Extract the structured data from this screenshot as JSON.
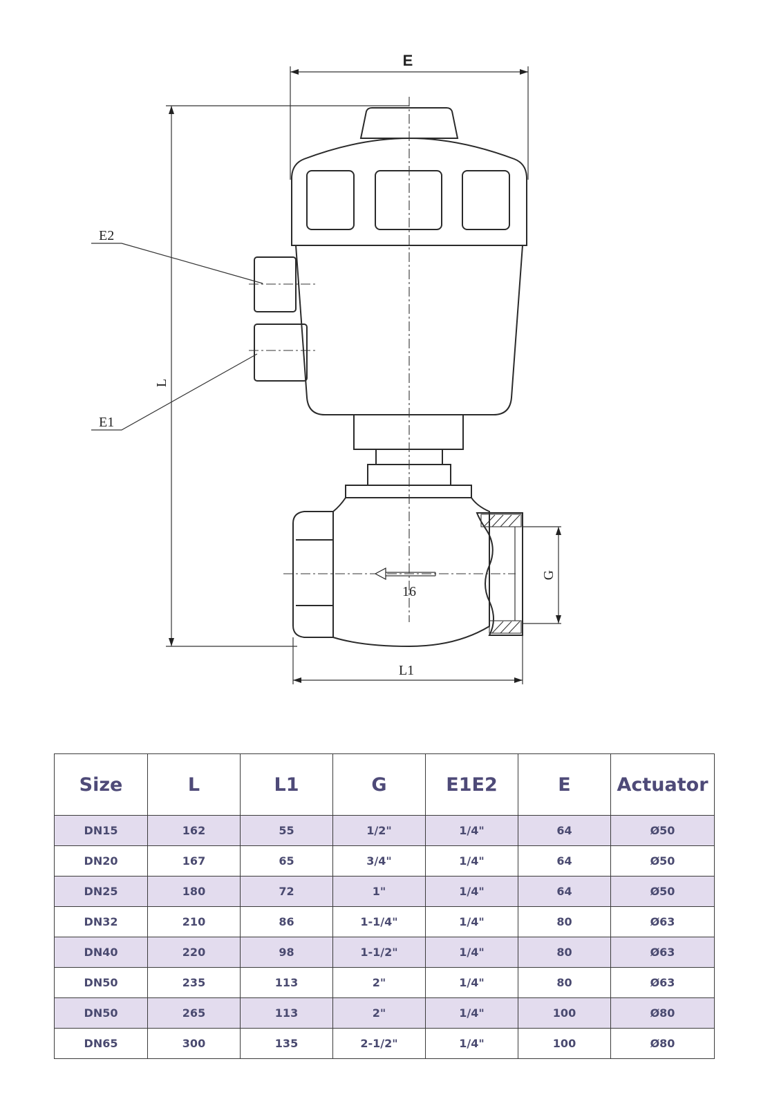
{
  "diagram": {
    "labels": {
      "E": "E",
      "E2": "E2",
      "E1": "E1",
      "L": "L",
      "L1": "L1",
      "G": "G",
      "flow": "16"
    }
  },
  "table": {
    "headers": [
      "Size",
      "L",
      "L1",
      "G",
      "E1E2",
      "E",
      "Actuator"
    ],
    "rows": [
      [
        "DN15",
        "162",
        "55",
        "1/2\"",
        "1/4\"",
        "64",
        "Ø50"
      ],
      [
        "DN20",
        "167",
        "65",
        "3/4\"",
        "1/4\"",
        "64",
        "Ø50"
      ],
      [
        "DN25",
        "180",
        "72",
        "1\"",
        "1/4\"",
        "64",
        "Ø50"
      ],
      [
        "DN32",
        "210",
        "86",
        "1-1/4\"",
        "1/4\"",
        "80",
        "Ø63"
      ],
      [
        "DN40",
        "220",
        "98",
        "1-1/2\"",
        "1/4\"",
        "80",
        "Ø63"
      ],
      [
        "DN50",
        "235",
        "113",
        "2\"",
        "1/4\"",
        "80",
        "Ø63"
      ],
      [
        "DN50",
        "265",
        "113",
        "2\"",
        "1/4\"",
        "100",
        "Ø80"
      ],
      [
        "DN65",
        "300",
        "135",
        "2-1/2\"",
        "1/4\"",
        "100",
        "Ø80"
      ]
    ]
  }
}
